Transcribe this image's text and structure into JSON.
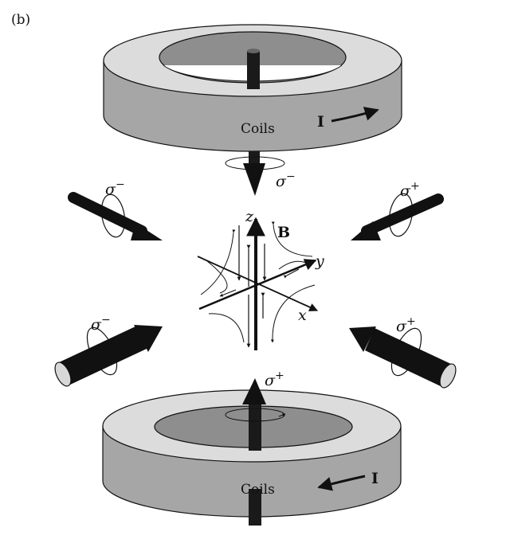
{
  "figure": {
    "panel_label": "(b)",
    "top_coil": {
      "label": "Coils",
      "current": "I"
    },
    "bottom_coil": {
      "label": "Coils",
      "current": "I"
    },
    "field_label": "B",
    "axes": {
      "x": "x",
      "y": "y",
      "z": "z"
    },
    "beams": {
      "top": {
        "symbol": "σ",
        "pol": "−"
      },
      "bottom": {
        "symbol": "σ",
        "pol": "+"
      },
      "upper_left": {
        "symbol": "σ",
        "pol": "−"
      },
      "upper_right": {
        "symbol": "σ",
        "pol": "+"
      },
      "lower_left": {
        "symbol": "σ",
        "pol": "−"
      },
      "lower_right": {
        "symbol": "σ",
        "pol": "+"
      }
    }
  }
}
